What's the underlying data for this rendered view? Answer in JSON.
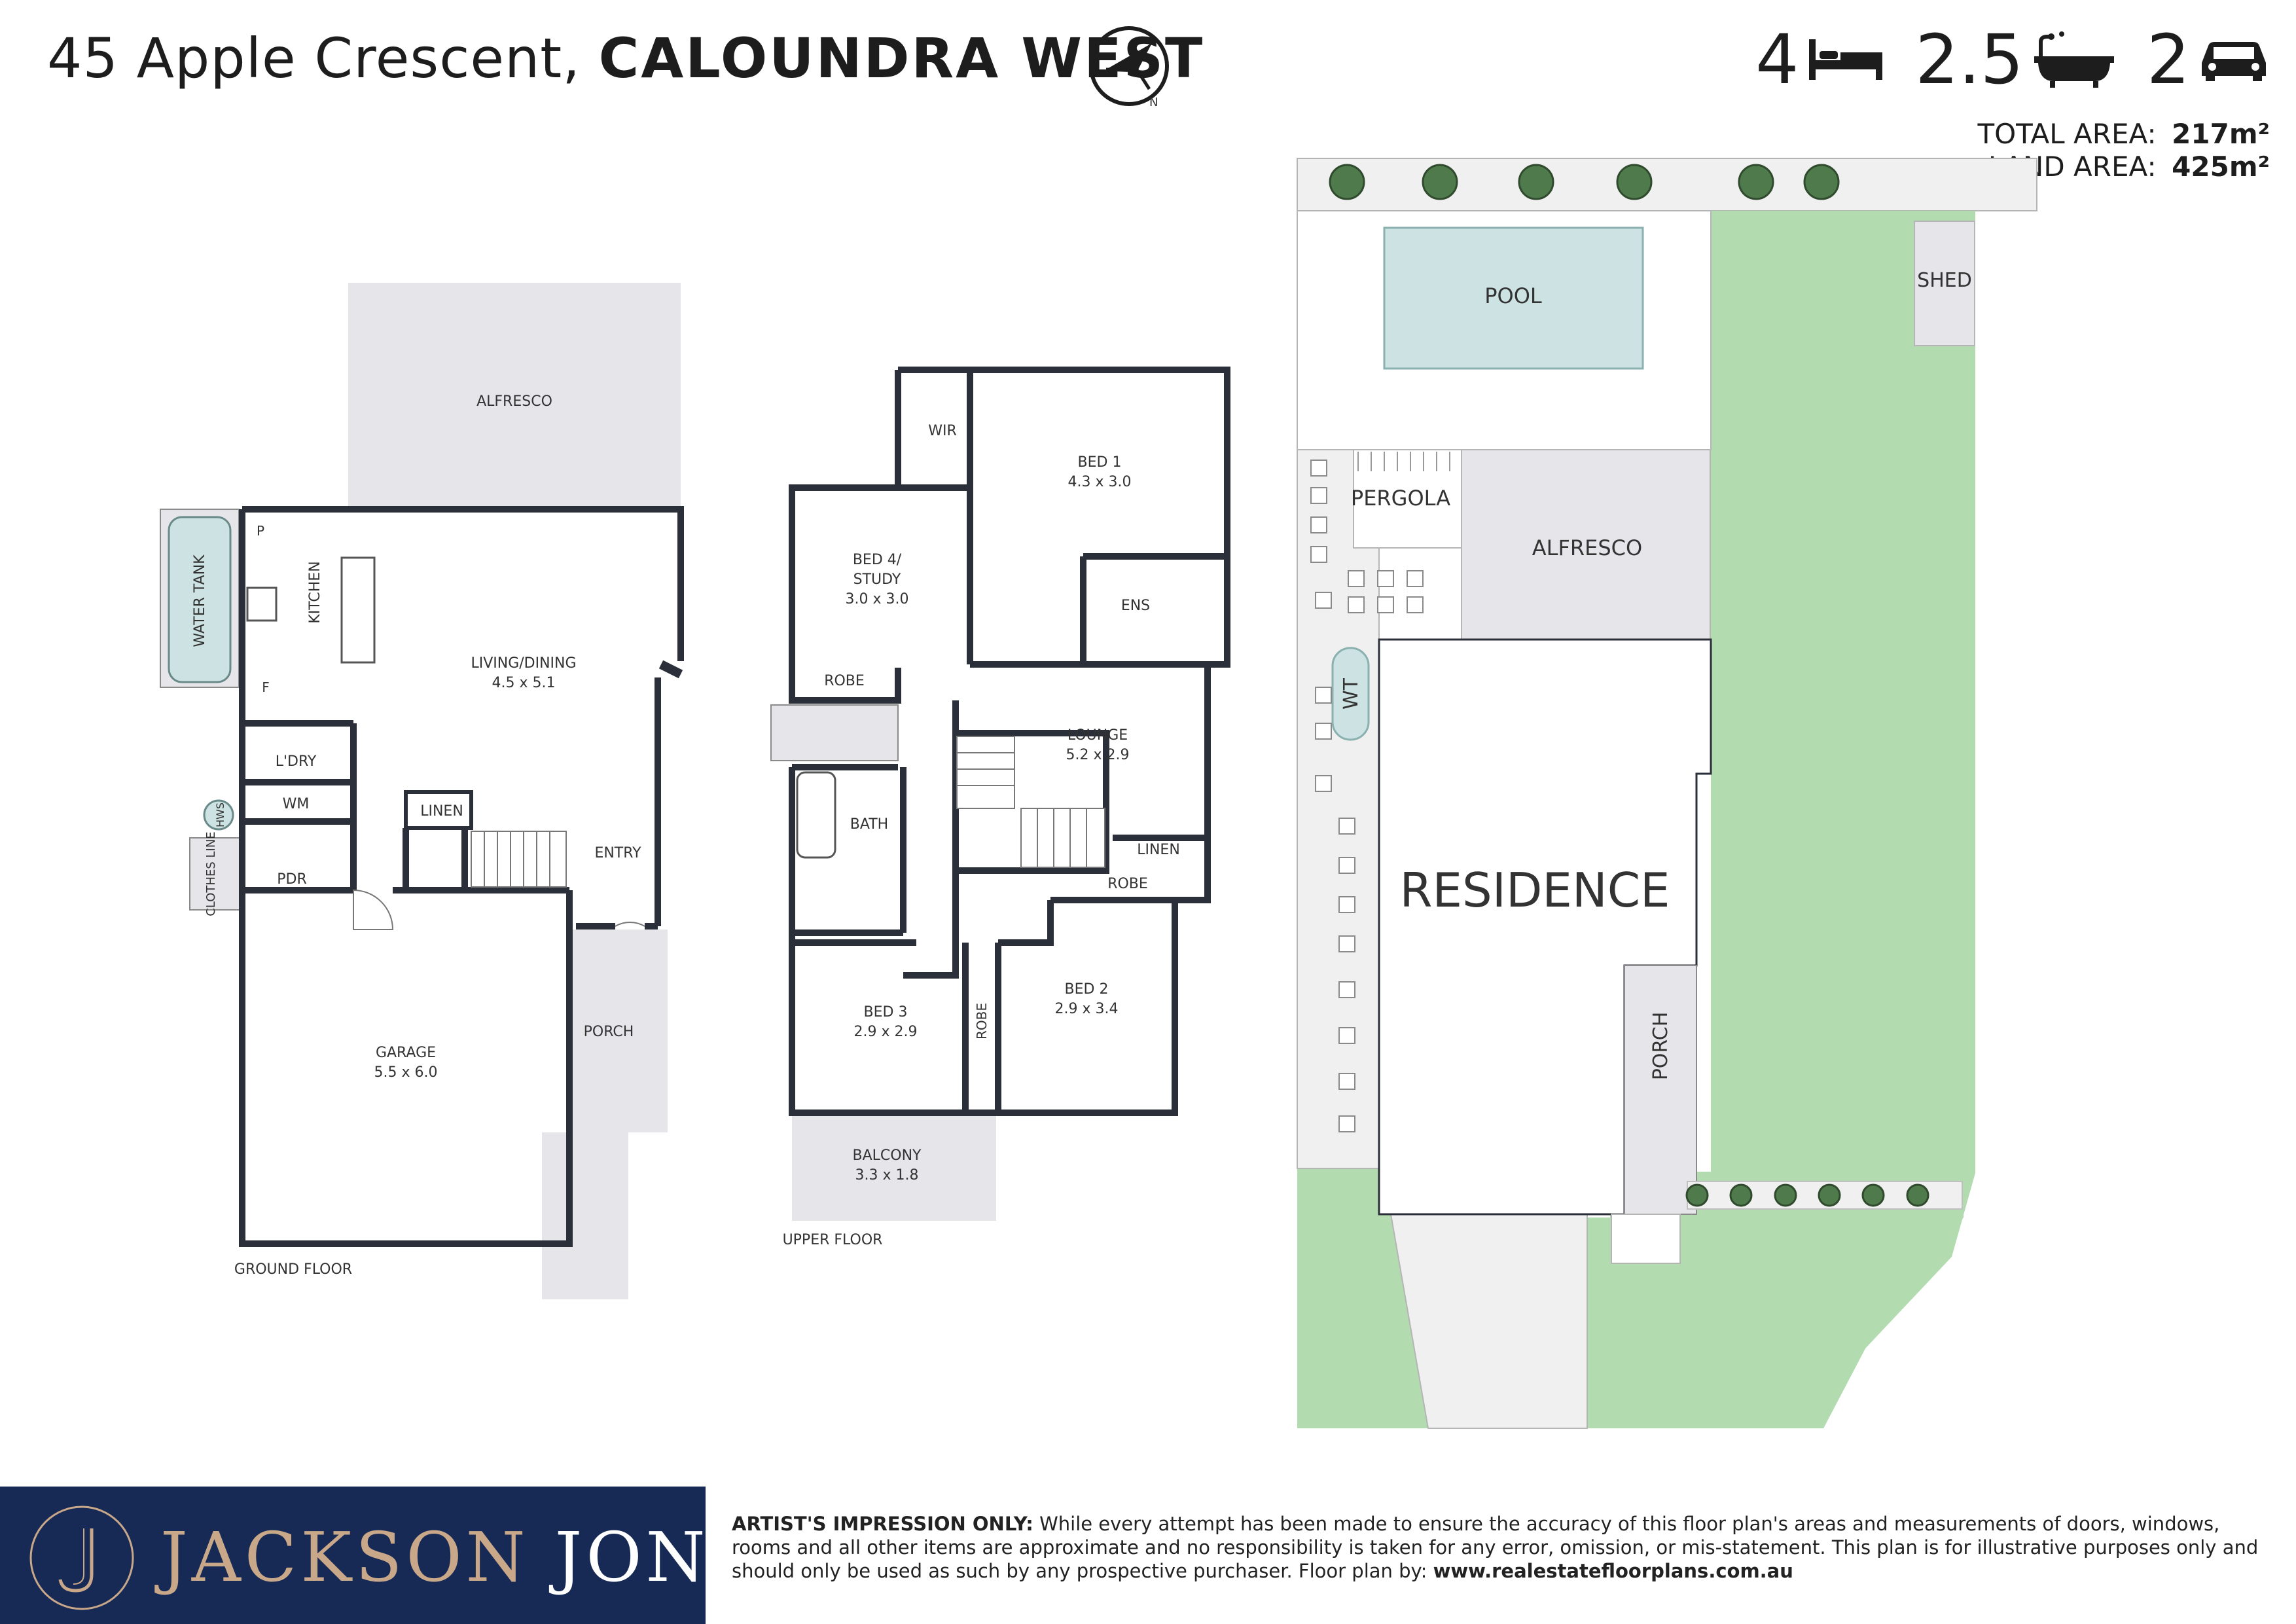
{
  "header": {
    "address_street": "45 Apple Crescent,",
    "address_suburb": "CALOUNDRA WEST",
    "compass_label": "N"
  },
  "stats": {
    "bedrooms": "4",
    "bathrooms": "2.5",
    "car_spaces": "2",
    "bed_icon": "bed-icon",
    "bath_icon": "bathtub-icon",
    "car_icon": "car-icon"
  },
  "areas": {
    "total_label": "TOTAL AREA:",
    "total_value": "217m²",
    "land_label": "LAND AREA:",
    "land_value": "425m²"
  },
  "ground_floor": {
    "caption": "GROUND FLOOR",
    "alfresco": "ALFRESCO",
    "water_tank": "WATER TANK",
    "pantry": "P",
    "kitchen": "KITCHEN",
    "fridge": "F",
    "living_dining": "LIVING/DINING",
    "living_dining_size": "4.5 x 5.1",
    "laundry": "L'DRY",
    "wm": "WM",
    "hws": "HWS",
    "linen": "LINEN",
    "entry": "ENTRY",
    "clothes_line": "CLOTHES LINE",
    "pdr": "PDR",
    "garage": "GARAGE",
    "garage_size": "5.5 x 6.0",
    "porch": "PORCH"
  },
  "upper_floor": {
    "caption": "UPPER FLOOR",
    "wir": "WIR",
    "bed1": "BED 1",
    "bed1_size": "4.3 x 3.0",
    "bed4": "BED 4/",
    "study": "STUDY",
    "bed4_size": "3.0 x 3.0",
    "ens": "ENS",
    "robe_a": "ROBE",
    "lounge": "LOUNGE",
    "lounge_size": "5.2 x 2.9",
    "bath": "BATH",
    "linen": "LINEN",
    "robe_b": "ROBE",
    "bed3": "BED 3",
    "bed3_size": "2.9 x 2.9",
    "robe_c": "ROBE",
    "bed2": "BED 2",
    "bed2_size": "2.9 x 3.4",
    "balcony": "BALCONY",
    "balcony_size": "3.3 x 1.8"
  },
  "site_plan": {
    "pool": "POOL",
    "shed": "SHED",
    "pergola": "PERGOLA",
    "alfresco": "ALFRESCO",
    "wt": "WT",
    "residence": "RESIDENCE",
    "porch": "PORCH"
  },
  "footer": {
    "brand_first": "JACKSON",
    "brand_second": "JONES",
    "disclaimer_heading": "ARTIST'S IMPRESSION ONLY:",
    "disclaimer_text": " While every attempt has been made to ensure the accuracy of this floor plan's areas and measurements of doors, windows, rooms and all other items are approximate and no responsibility is taken for any error, omission, or mis-statement. This plan is for illustrative purposes only and should only be used as such by any prospective purchaser. Floor plan by: ",
    "disclaimer_link": "www.realestatefloorplans.com.au"
  },
  "colors": {
    "wall": "#2a2f3a",
    "room_grey": "#e6e6ea",
    "pool": "#cde3e3",
    "lawn": "#b2dbaf",
    "brand_navy": "#172a55",
    "brand_gold": "#c9a88a"
  }
}
